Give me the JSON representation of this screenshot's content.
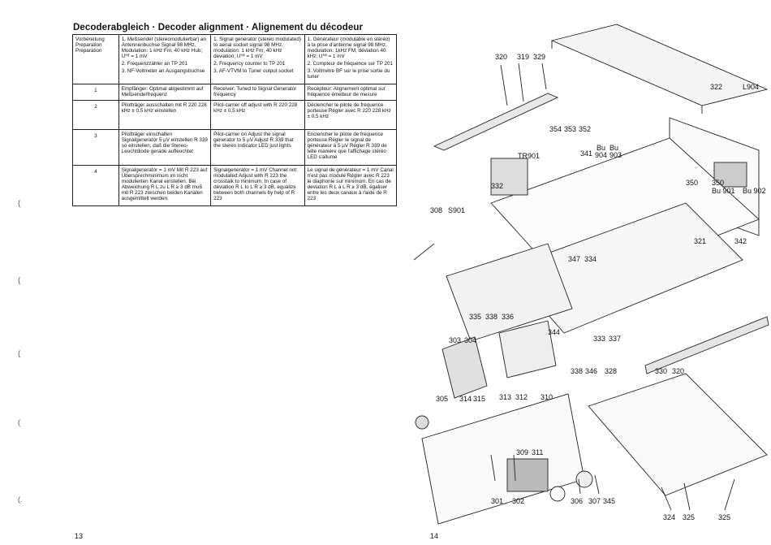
{
  "left_page": {
    "title": "Decoderabgleich · Decoder alignment · Alignement du décodeur",
    "page_number": "13",
    "rows": [
      {
        "col0": [
          "Vorbereitung",
          "Preparation",
          "Préparation"
        ],
        "col1": [
          "1. Meßsender (stereomodulierbar) an Antennenbuchse Signal 98 MHz, Modulation: 1 kHz Fm, 40 kHz Hub; Uʹᴴᶠ = 1 mV",
          "2. Frequenzzähler an TP 201",
          "3. NF-Voltmeter an Ausgangsbuchse"
        ],
        "col2": [
          "1. Signal generator (stereo modulated) to aerial socket signal 98 MHz, modulation: 1 kHz Fm, 40 kHz deviation; Uʹᴴᶠ = 1 mV",
          "2. Frequency counter to TP 201",
          "3. AF-VTVM to Tuner output socket"
        ],
        "col3": [
          "1. Générateur (modulable en stéréo) à la prise d'antenne signal 98 MHz, modulation: 1kHz FM, déviation 40 kHz; Uʹᴴᶠ = 1 mV",
          "2. Compteur de fréquence sur TP 201",
          "3. Voltmètre BF sur le prise sortie du tuner"
        ]
      },
      {
        "col0": [
          "1"
        ],
        "col1": [
          "Empfänger: Optimal abgestimmt auf Meßsenderfrequenz"
        ],
        "col2": [
          "Receiver: Tuned to Signal Generator frequency"
        ],
        "col3": [
          "Recepteur: Alignement optimal sur fréquence émetteur de mesure"
        ]
      },
      {
        "col0": [
          "2"
        ],
        "col1": [
          "Pilotträger ausschalten mit R 220 228 kHz ± 0,5 kHz einstellen"
        ],
        "col2": [
          "Pilot-carrier off adjust with R 220 228 kHz ± 0.5 kHz"
        ],
        "col3": [
          "Déclencher le pilote de fréquence porteuse Régler avec R 220 228 kHz ± 0,5 kHz"
        ]
      },
      {
        "col0": [
          "3"
        ],
        "col1": [
          "Pilotträger einschalten Signalgenerator 5 µV einstellen R 339 so einstellen, daß die Stereo-Leuchtdiode gerade aufleuchtet"
        ],
        "col2": [
          "Pilot-carrier on Adjust the signal generator to 5 µV Adjust R 339 that the stereo indicator LED just lights"
        ],
        "col3": [
          "Enclencher le pilote de fréquence porteuse Régler le signal de générateur à 5 µV Régler R 339 de telle manière que l'affichage stéréo LED s'allume"
        ]
      },
      {
        "col0": [
          "4"
        ],
        "col1": [
          "Signalgenerator = 1 mV Mit R 223 auf Übersprechminimum im nicht modulierten Kanal einstellen. Bei Abweichung R L zu L R ≥ 3 dB muß mit R 223 zwischen beiden Kanälen ausgemittelt werden."
        ],
        "col2": [
          "Signalgenerator = 1 mV Channel not modulated Adjust with R 223 the crosstalk to minimum. In case of deviation R L to L R ≥ 3 dB, equalize between both channels by help of R 223"
        ],
        "col3": [
          "Le signal de générateur = 1 mV Canal n'est pas modulé Régler avec R 223 le diaphonie sur minimum. En cas de deviation R L à L R ≥ 3 dB, égaliser entre les deux canaux à l'aide de R 223"
        ]
      }
    ]
  },
  "right_page": {
    "page_number": "14",
    "labels": [
      "320",
      "319",
      "329",
      "322",
      "L904",
      "354",
      "353",
      "352",
      "TR901",
      "341",
      "Bu",
      "Bu",
      "904",
      "903",
      "332",
      "350",
      "350",
      "Bu 901",
      "Bu 902",
      "308",
      "S901",
      "321",
      "342",
      "347",
      "334",
      "335",
      "338",
      "336",
      "344",
      "303",
      "304",
      "333",
      "337",
      "338",
      "346",
      "328",
      "330",
      "320",
      "305",
      "314",
      "315",
      "313",
      "312",
      "310",
      "309",
      "311",
      "301",
      "302",
      "306",
      "307",
      "345",
      "324",
      "325",
      "325"
    ]
  }
}
